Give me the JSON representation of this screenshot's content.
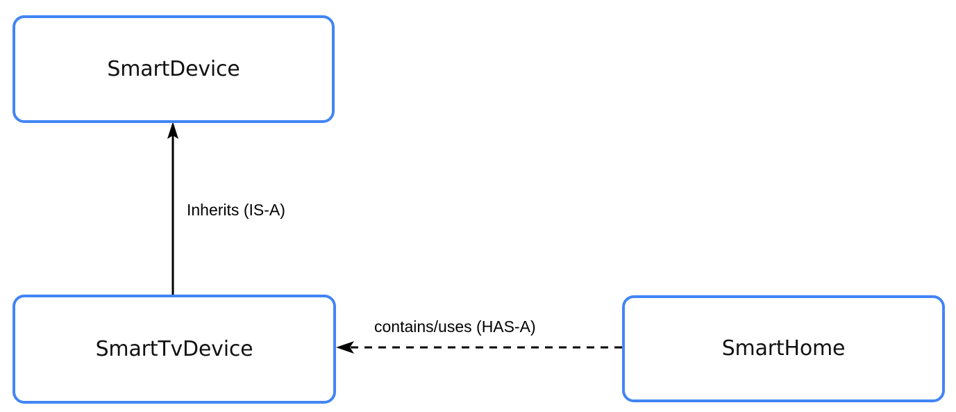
{
  "diagram": {
    "type": "class-relationship-diagram",
    "background_color": "#ffffff",
    "node_border_color": "#4285f4",
    "node_fill_color": "#ffffff",
    "edge_color": "#000000",
    "nodes": [
      {
        "id": "smart-device",
        "label": "SmartDevice"
      },
      {
        "id": "smart-tv-device",
        "label": "SmartTvDevice"
      },
      {
        "id": "smart-home",
        "label": "SmartHome"
      }
    ],
    "edges": [
      {
        "id": "inherits",
        "label": "Inherits (IS-A)",
        "from": "SmartTvDevice",
        "to": "SmartDevice",
        "style": "solid",
        "arrowhead": "filled-triangle",
        "direction": "up"
      },
      {
        "id": "contains",
        "label": "contains/uses (HAS-A)",
        "from": "SmartHome",
        "to": "SmartTvDevice",
        "style": "dashed",
        "arrowhead": "filled-triangle",
        "direction": "left"
      }
    ]
  }
}
